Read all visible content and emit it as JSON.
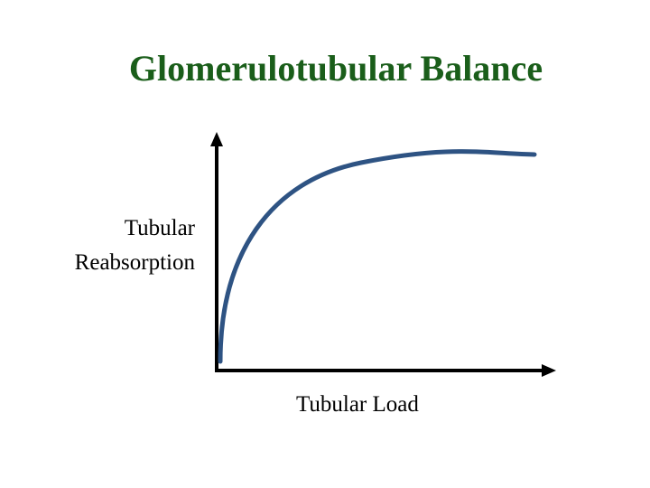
{
  "title": "Glomerulotubular Balance",
  "y_axis_label_lines": [
    "Tubular",
    "Reabsorption"
  ],
  "x_axis_label": "Tubular Load",
  "colors": {
    "title": "#1a5e1a",
    "curve": "#2e5383",
    "axes": "#000000"
  },
  "chart_data": {
    "type": "line",
    "title": "Glomerulotubular Balance",
    "xlabel": "Tubular Load",
    "ylabel": "Tubular Reabsorption",
    "shape": "saturating curve — reabsorption rises steeply at low load then plateaus",
    "grid": false,
    "legend": "none"
  }
}
